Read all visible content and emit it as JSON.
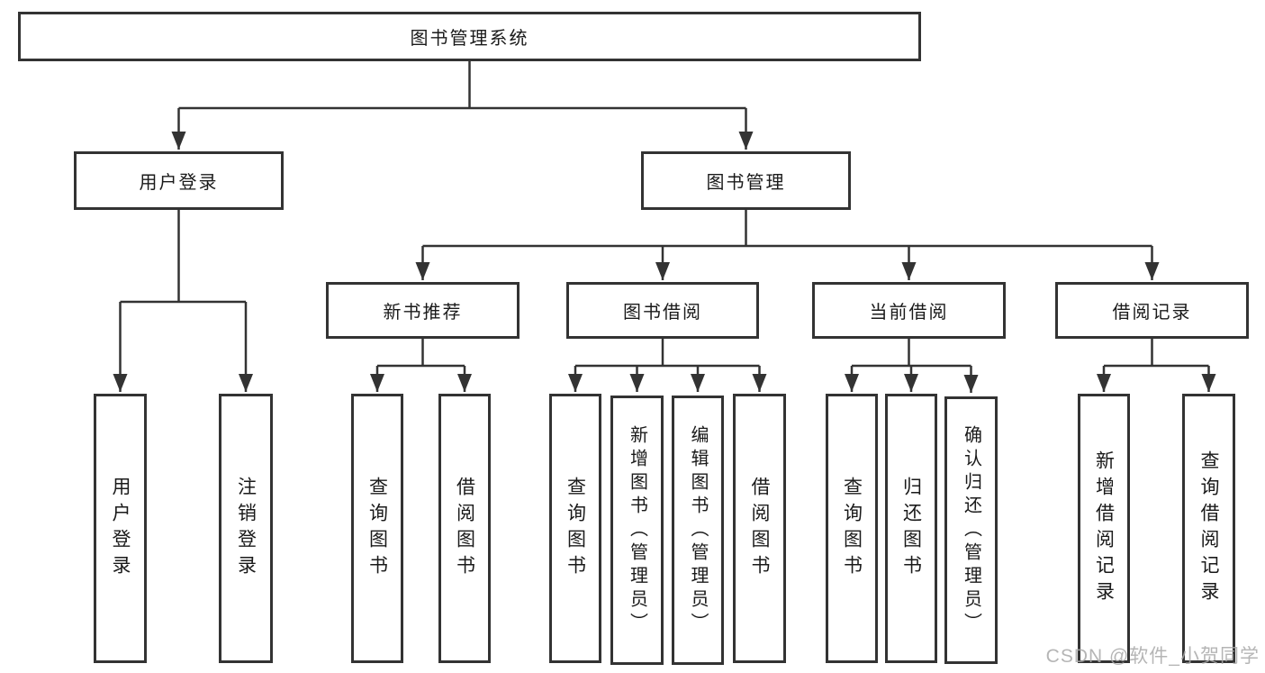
{
  "nodes": {
    "root": {
      "label": "图书管理系统"
    },
    "user_login": {
      "label": "用户登录"
    },
    "book_mgmt": {
      "label": "图书管理"
    },
    "new_books": {
      "label": "新书推荐"
    },
    "book_borrow": {
      "label": "图书借阅"
    },
    "current_borrow": {
      "label": "当前借阅"
    },
    "borrow_records": {
      "label": "借阅记录"
    },
    "ul_user_login": {
      "label": "用户登录"
    },
    "ul_logout": {
      "label": "注销登录"
    },
    "nb_query": {
      "label": "查询图书"
    },
    "nb_borrow": {
      "label": "借阅图书"
    },
    "bb_query": {
      "label": "查询图书"
    },
    "bb_add": {
      "label": "新增图书（管理员）"
    },
    "bb_edit": {
      "label": "编辑图书（管理员）"
    },
    "bb_borrow": {
      "label": "借阅图书"
    },
    "cb_query": {
      "label": "查询图书"
    },
    "cb_return": {
      "label": "归还图书"
    },
    "cb_confirm": {
      "label": "确认归还（管理员）"
    },
    "br_add": {
      "label": "新增借阅记录"
    },
    "br_query": {
      "label": "查询借阅记录"
    }
  },
  "watermark": {
    "text": "CSDN @软件_小贺同学"
  },
  "colors": {
    "line": "#333333",
    "box_border": "#333333",
    "text": "#1a1a1a",
    "watermark": "#a9a9a9",
    "background": "#ffffff"
  }
}
